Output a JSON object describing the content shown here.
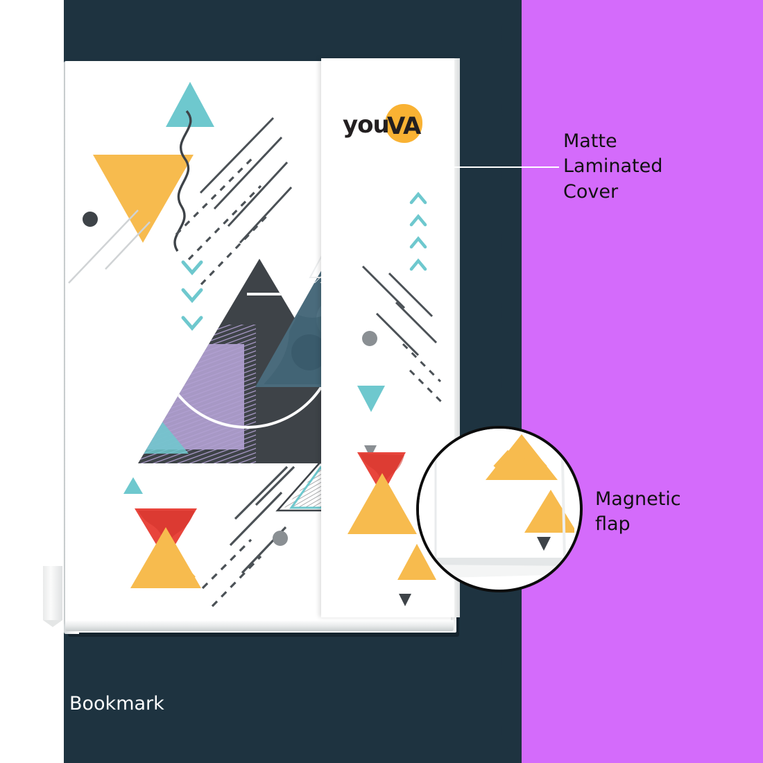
{
  "scene": {
    "title": "Youva hardbound notebook product feature callout",
    "background_left_color": "#ffffff",
    "background_dark_color": "#1e3340",
    "background_accent_color": "#d46bfb"
  },
  "brand": {
    "logo_text_you": "you",
    "logo_text_va": "VA",
    "logo_blob_color": "#f9b233",
    "logo_text_color": "#231f20"
  },
  "callouts": [
    {
      "id": "matte-laminated-cover",
      "text": "Matte\nLaminated\nCover",
      "color": "#111111",
      "leader": true
    },
    {
      "id": "magnetic-flap",
      "text": "Magnetic\nflap",
      "color": "#111111",
      "leader": false
    },
    {
      "id": "bookmark",
      "text": "Bookmark",
      "color": "#ffffff",
      "leader": false
    }
  ],
  "cover_art": {
    "style": "abstract geometric triangles",
    "palette": {
      "teal": "#6ec8ce",
      "yellow": "#f7bb4e",
      "dark_slate": "#3e4348",
      "steel_blue": "#4a6b7c",
      "lavender": "#b09fd0",
      "red": "#e8453c",
      "grey": "#8a8f93"
    }
  }
}
